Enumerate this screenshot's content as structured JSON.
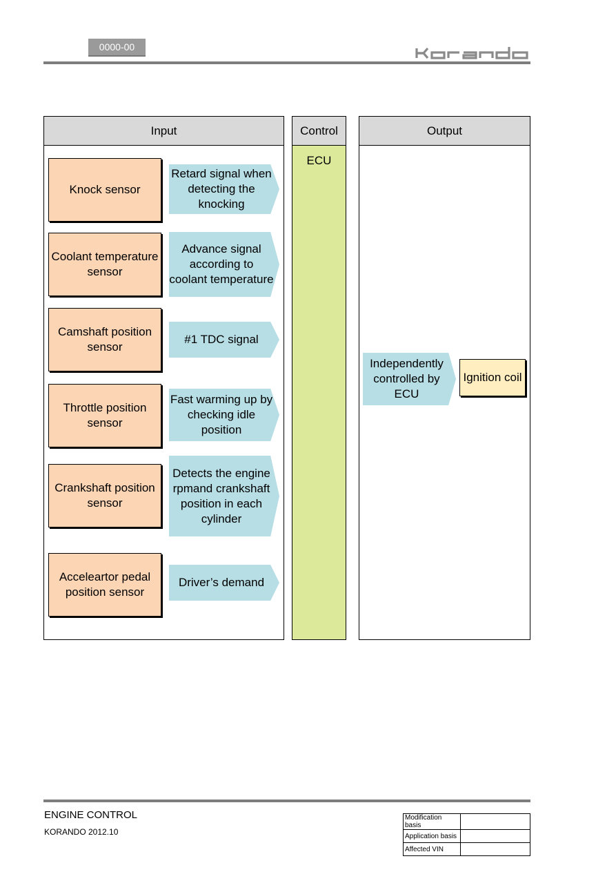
{
  "header": {
    "code": "0000-00",
    "brand": "korando"
  },
  "panels": {
    "input": "Input",
    "control": "Control",
    "output": "Output"
  },
  "control": {
    "unit": "ECU"
  },
  "inputs": [
    {
      "sensor": "Knock sensor",
      "signal": "Retard signal when detecting the knocking"
    },
    {
      "sensor": "Coolant temperature sensor",
      "signal": "Advance signal according to coolant temperature"
    },
    {
      "sensor": "Camshaft position sensor",
      "signal": "#1 TDC signal"
    },
    {
      "sensor": "Throttle position sensor",
      "signal": "Fast warming up by checking idle position"
    },
    {
      "sensor": "Crankshaft position sensor",
      "signal": "Detects the engine rpmand crankshaft position in each cylinder"
    },
    {
      "sensor": "Acceleartor pedal position sensor",
      "signal": "Driver’s demand"
    }
  ],
  "output": {
    "signal": "Independently controlled by ECU",
    "device": "Ignition coil"
  },
  "footer": {
    "title": "ENGINE CONTROL",
    "subtitle": "KORANDO 2012.10",
    "meta": [
      {
        "label": "Modification basis",
        "value": ""
      },
      {
        "label": "Application basis",
        "value": ""
      },
      {
        "label": "Affected VIN",
        "value": ""
      }
    ]
  },
  "colors": {
    "header_bar": "#7d7d7d",
    "panel_head": "#d9d9d9",
    "sensor_box": "#fcd5b5",
    "signal_arrow": "#b7dde5",
    "ecu_column": "#dce89a",
    "ignition_coil": "#ffeec0"
  }
}
